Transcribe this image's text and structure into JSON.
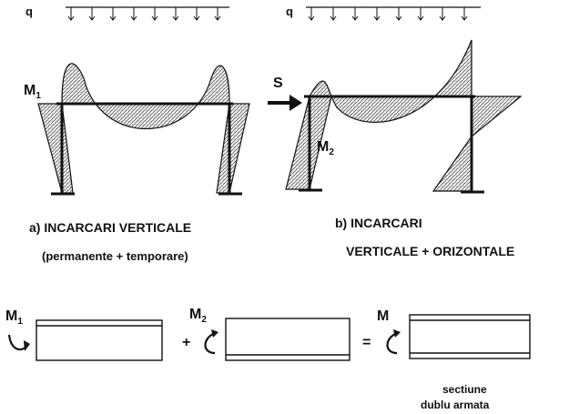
{
  "diagram": {
    "left_frame": {
      "load_label": "q",
      "moment_label": "M",
      "moment_sub": "1",
      "caption_line1": "a)  INCARCARI  VERTICALE",
      "caption_line2": "(permanente + temporare)"
    },
    "right_frame": {
      "load_label": "q",
      "force_label": "S",
      "moment_label": "M",
      "moment_sub": "2",
      "caption_line1": "b)  INCARCARI",
      "caption_line2": "VERTICALE + ORIZONTALE"
    },
    "sections": {
      "first": {
        "label": "M",
        "sub": "1"
      },
      "plus": "+",
      "second": {
        "label": "M",
        "sub": "2"
      },
      "equals": "=",
      "result": {
        "label": "M"
      },
      "note_line1": "sectiune",
      "note_line2": "dublu  armata"
    },
    "colors": {
      "ink": "#111111",
      "hatch": "#555555",
      "paper": "#ffffff"
    }
  }
}
